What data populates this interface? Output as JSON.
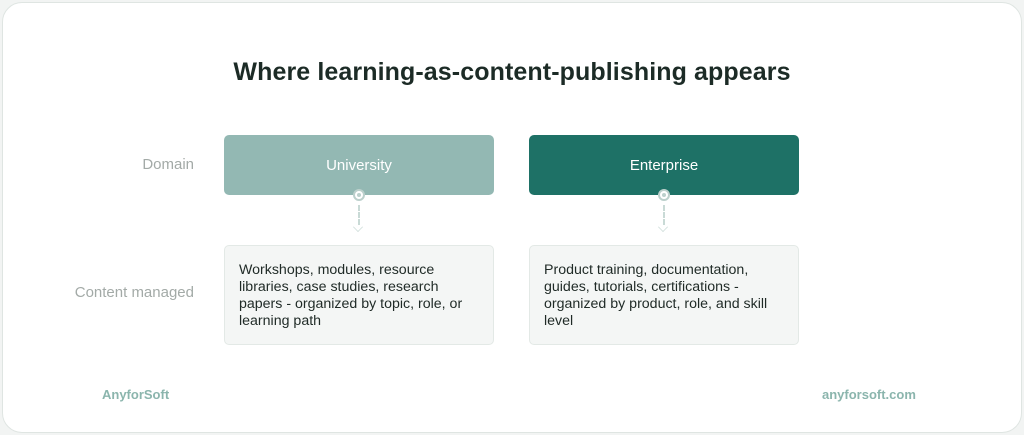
{
  "title": "Where learning-as-content-publishing appears",
  "rows": {
    "domain_label": "Domain",
    "content_label": "Content managed"
  },
  "columns": [
    {
      "domain": "University",
      "color": "#93b8b3",
      "content": "Workshops, modules, resource libraries, case studies, research papers - organized by topic, role, or learning path"
    },
    {
      "domain": "Enterprise",
      "color": "#1e7166",
      "content": "Product training, documentation, guides, tutorials, certifications - organized by product, role, and skill level"
    }
  ],
  "footer": {
    "brand": "AnyforSoft",
    "website": "anyforsoft.com"
  }
}
